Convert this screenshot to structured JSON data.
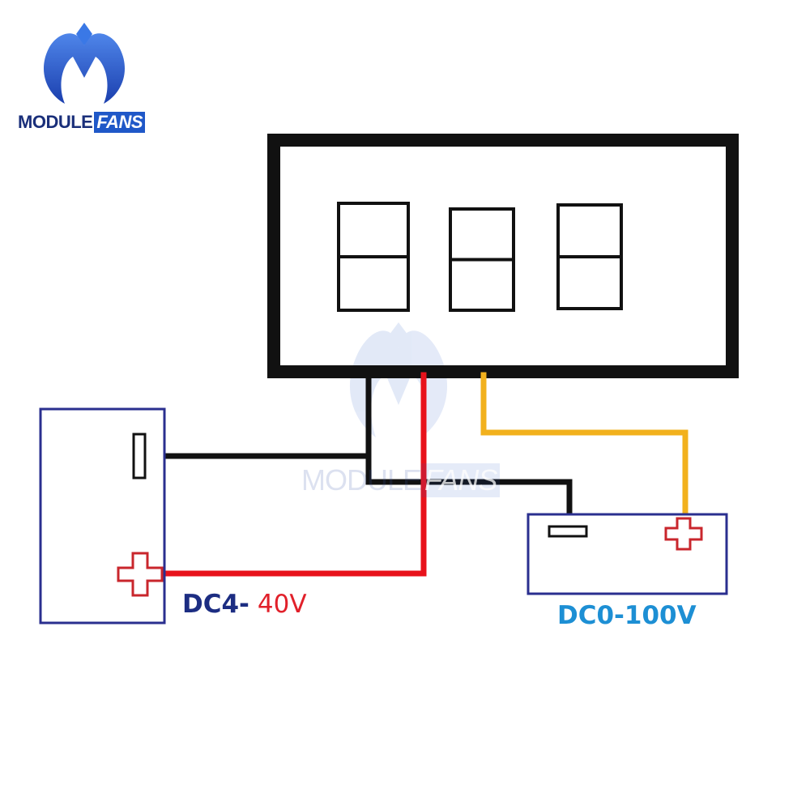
{
  "logo": {
    "text_part1": "MODULE",
    "text_part2": "FANS",
    "text_color": "#1a2f7a",
    "highlight_color": "#1f58c8"
  },
  "watermark": {
    "text_part1": "MODULE",
    "text_part2": "FANS"
  },
  "display": {
    "digit_count": 3,
    "digit_glyph": "8"
  },
  "supply": {
    "label_part1": "DC4-",
    "label_part2": "40V",
    "label_part1_color": "#1c2d82",
    "label_part2_color": "#e1202a",
    "negative_icon": "minus-terminal-icon",
    "positive_icon": "plus-terminal-icon"
  },
  "measured": {
    "label": "DC0-100V",
    "label_color": "#1d8fd4",
    "negative_icon": "minus-terminal-icon",
    "positive_icon": "plus-terminal-icon"
  },
  "wires": {
    "black": "#111111",
    "red": "#e8121b",
    "yellow": "#f2b11d"
  },
  "box_color": "#2a2f8f"
}
